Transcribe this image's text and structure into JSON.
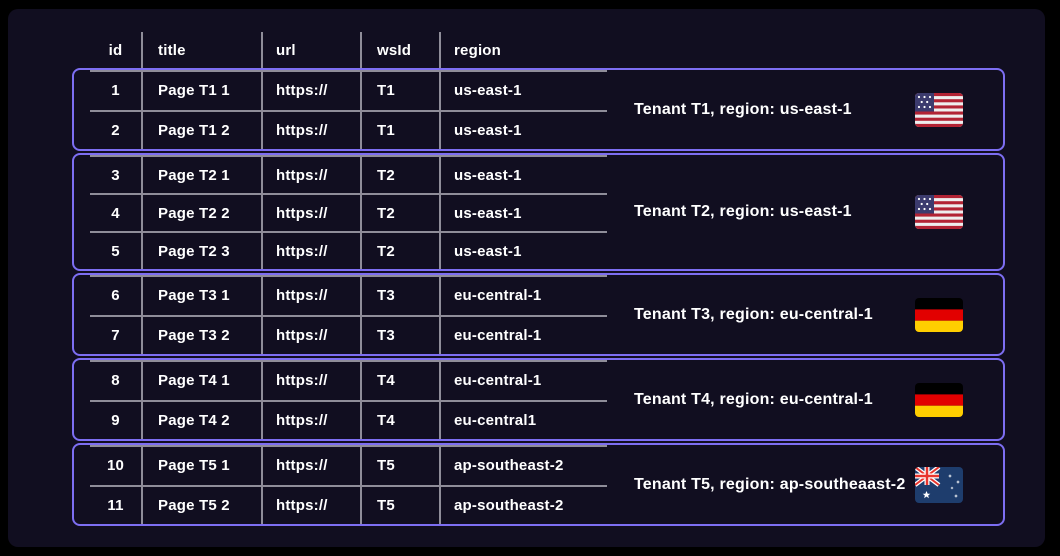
{
  "diagram": {
    "table": {
      "headers": [
        "id",
        "title",
        "url",
        "wsId",
        "region"
      ],
      "rows": [
        {
          "id": "1",
          "title": "Page T1 1",
          "url": "https://",
          "wsId": "T1",
          "region": "us-east-1"
        },
        {
          "id": "2",
          "title": "Page T1 2",
          "url": "https://",
          "wsId": "T1",
          "region": "us-east-1"
        },
        {
          "id": "3",
          "title": "Page T2 1",
          "url": "https://",
          "wsId": "T2",
          "region": "us-east-1"
        },
        {
          "id": "4",
          "title": "Page T2 2",
          "url": "https://",
          "wsId": "T2",
          "region": "us-east-1"
        },
        {
          "id": "5",
          "title": "Page T2 3",
          "url": "https://",
          "wsId": "T2",
          "region": "us-east-1"
        },
        {
          "id": "6",
          "title": "Page T3 1",
          "url": "https://",
          "wsId": "T3",
          "region": "eu-central-1"
        },
        {
          "id": "7",
          "title": "Page T3 2",
          "url": "https://",
          "wsId": "T3",
          "region": "eu-central-1"
        },
        {
          "id": "8",
          "title": "Page T4 1",
          "url": "https://",
          "wsId": "T4",
          "region": "eu-central-1"
        },
        {
          "id": "9",
          "title": "Page T4 2",
          "url": "https://",
          "wsId": "T4",
          "region": "eu-central1"
        },
        {
          "id": "10",
          "title": "Page T5 1",
          "url": "https://",
          "wsId": "T5",
          "region": "ap-southeast-2"
        },
        {
          "id": "11",
          "title": "Page T5 2",
          "url": "https://",
          "wsId": "T5",
          "region": "ap-southeast-2"
        }
      ]
    },
    "groups": [
      {
        "label": "Tenant T1, region: us-east-1",
        "flag": "us-flag"
      },
      {
        "label": "Tenant T2, region: us-east-1",
        "flag": "us-flag"
      },
      {
        "label": "Tenant T3, region: eu-central-1",
        "flag": "de-flag"
      },
      {
        "label": "Tenant T4, region: eu-central-1",
        "flag": "de-flag"
      },
      {
        "label": "Tenant T5, region: ap-southeaast-2",
        "flag": "au-flag"
      }
    ],
    "colors": {
      "background": "#000000",
      "panel": "#110e20",
      "accent_purple": "#7d6ef2",
      "grid_gray": "#8f8d99",
      "text": "#ffffff",
      "flag_us_red": "#b22334",
      "flag_us_blue": "#3c3b6e",
      "flag_de_red": "#e20000",
      "flag_de_gold": "#ffce00",
      "flag_au_blue": "#1e3d6d",
      "flag_au_red": "#e8352e"
    }
  }
}
